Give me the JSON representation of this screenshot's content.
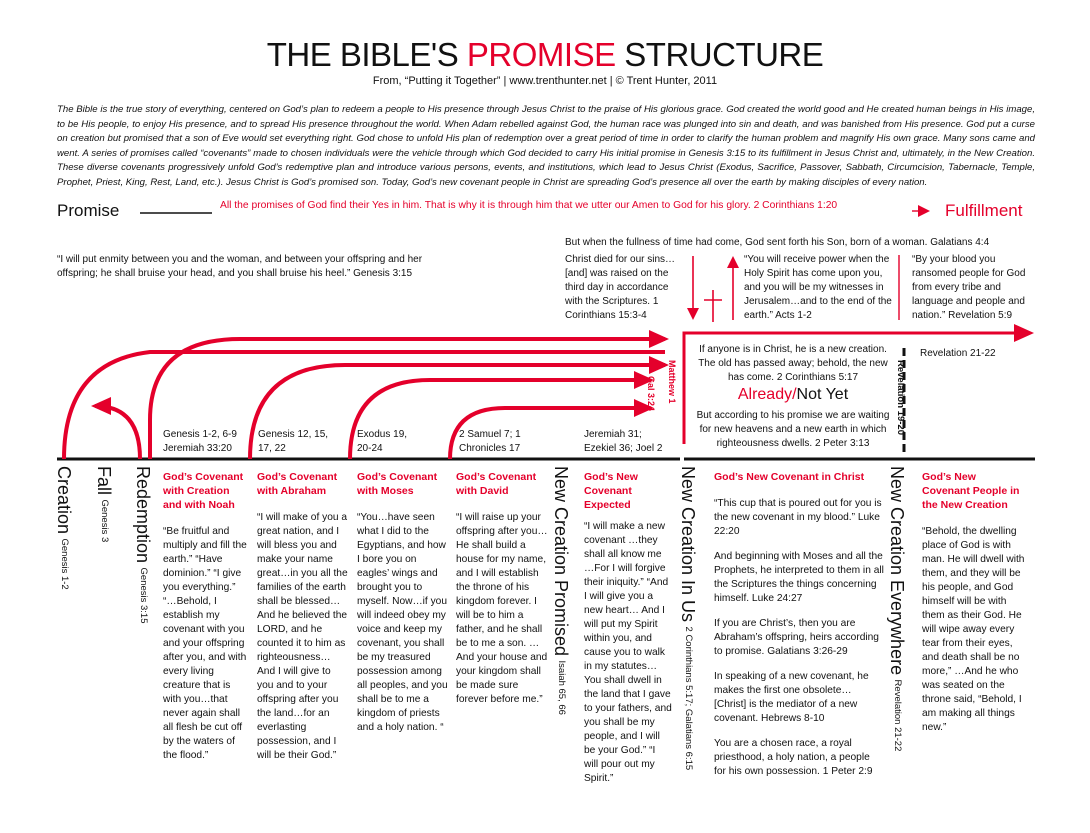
{
  "title": {
    "part1": "THE BIBLE'S ",
    "part2": "PROMISE",
    "part3": " STRUCTURE"
  },
  "subtitle": "From, “Putting it Together” | www.trenthunter.net | © Trent Hunter, 2011",
  "intro": "The Bible is the true story of everything, centered on God’s plan to redeem a people to His presence through Jesus Christ to the praise of His glorious grace. God created the world good and He created human beings in His image, to be His people, to enjoy His presence, and to spread His presence throughout the world. When Adam rebelled against God, the human race was plunged into sin and death, and was banished from His presence. God put a curse on creation but promised that a son of Eve would set everything right. God chose to unfold His plan of redemption over a great period of time in order to clarify the human problem and magnify His own grace. Many sons came and went. A series of promises called “covenants” made to chosen individuals were the vehicle through which God decided to carry His initial promise in Genesis 3:15 to its fulfillment in Jesus Christ and, ultimately, in the New Creation. These diverse covenants progressively unfold God’s redemptive plan and introduce various persons, events, and institutions, which lead to Jesus Christ (Exodus, Sacrifice, Passover, Sabbath, Circumcision, Tabernacle, Temple, Prophet, Priest, King, Rest, Land, etc.). Jesus Christ is God’s promised son. Today, God’s new covenant people in Christ are spreading God’s presence all over the earth by making disciples of every nation.",
  "promise_label": "Promise",
  "fulfillment_label": "Fulfillment",
  "banner_quote": "All the promises of God find their Yes in him. That is why it is through him that we utter our Amen to God for his glory. 2 Corinthians 1:20",
  "fullness_quote": "But when the fullness of time had come, God sent forth his Son, born of a woman. Galatians 4:4",
  "genesis_quote": "“I will put enmity between you and the woman, and between your offspring and her offspring; he shall bruise your head, and you shall bruise his heel.” Genesis 3:15",
  "christ_died_quote": "Christ died for our sins… [and] was raised on the third day in accordance with the Scriptures. 1 Corinthians 15:3-4",
  "acts_quote": "“You will receive power when the Holy Spirit has come upon you, and you will be my witnesses in Jerusalem…and to the end of the earth.” Acts 1-2",
  "rev59_quote": "“By your blood you ransomed people for God from every tribe and language and people and nation.” Revelation 5:9",
  "rev2122_top": "Revelation 21-22",
  "new_creation_quote": "If anyone is in Christ, he is a new creation. The old has passed away; behold, the new has come. 2 Corinthians 5:17",
  "already": "Already/",
  "not_yet": "Not Yet",
  "promise_quote": "But according to his promise we are waiting for new heavens and a new earth in which righteousness dwells. 2 Peter 3:13",
  "gal_label": "Gal 3:24",
  "matthew_label": "Matthew 1",
  "revelation_1920": "Revelation 19-20",
  "refs": {
    "noah": "Genesis 1-2, 6-9 Jeremiah 33:20",
    "abraham": "Genesis 12, 15, 17, 22",
    "moses": "Exodus 19, 20-24",
    "david": "2 Samuel 7; 1 Chronicles 17",
    "jeremiah": "Jeremiah 31; Ezekiel 36; Joel 2"
  },
  "vertical": {
    "creation": "Creation",
    "creation_ref": "Genesis 1-2",
    "fall": "Fall",
    "fall_ref": "Genesis 3",
    "redemption": "Redemption",
    "redemption_ref": "Genesis 3:15",
    "ncp": "New Creation Promised",
    "ncp_ref": "Isaiah 65, 66",
    "ncu": "New Creation In Us",
    "ncu_ref": "2 Corinthians 5:17; Galatians 6:15",
    "nce": "New Creation Everywhere",
    "nce_ref": "Revelation 21-22"
  },
  "columns": [
    {
      "head": "God’s Covenant with Creation and with Noah",
      "body": "“Be fruitful and multiply and fill the earth.” “Have dominion.” “I give you everything.” “…Behold, I establish my covenant with you and your offspring after you, and with every living creature that is with you…that never again shall all flesh be cut off by the waters of the flood.”"
    },
    {
      "head": "God’s Covenant with Abraham",
      "body": "“I will make of you a great nation, and I will bless you and make your name great…in you all the families of the earth shall be blessed…And he believed the LORD, and he counted it to him as righteousness… And I will give to you and to your offspring after you the land…for an everlasting possession, and I will be their God.”"
    },
    {
      "head": "God’s Covenant with Moses",
      "body": "“You…have seen what I did to the Egyptians, and how I bore you on eagles’ wings and brought you to myself. Now…if you will indeed obey my voice and keep my covenant, you shall be my treasured possession among all peoples, and you shall be to me a kingdom of priests and a holy nation. “"
    },
    {
      "head": "God’s Covenant with David",
      "body": "“I will raise up your offspring after you…He shall build a house for my name, and I will establish the throne of his kingdom forever. I will be to him a father, and he shall be to me a son. …And your house and your kingdom shall be made sure forever before me.”"
    },
    {
      "head": "God’s New Covenant Expected",
      "body": "“I will make a new covenant …they shall all know me …For I will forgive their iniquity.” “And I will give you a new heart… And I will put my Spirit within you, and cause you to walk in my statutes…You shall dwell in the land that I gave to your fathers, and you shall be my people, and I will be your God.” “I will pour out my Spirit.”"
    },
    {
      "head": "God’s New Covenant in Christ",
      "paras": [
        "“This cup that is poured out for you is the new covenant in my blood.” Luke 22:20",
        "And beginning with Moses and all the Prophets, he interpreted to them in all the Scriptures the things concerning himself. Luke 24:27",
        "If you are Christ’s, then you are Abraham’s offspring, heirs according to promise. Galatians 3:26-29",
        "In speaking of a new covenant, he makes the first one obsolete… [Christ] is the mediator of a new covenant. Hebrews 8-10",
        "You are a chosen race, a royal priesthood, a holy nation, a people for his own possession. 1 Peter 2:9"
      ]
    },
    {
      "head": "God’s New Covenant People in the New Creation",
      "body": "“Behold, the dwelling place of God is with man. He will dwell with them, and they will be his people, and God himself will be with them as their God. He will wipe away every tear from their eyes, and death shall be no more,” …And he who was seated on the throne said, “Behold, I am making all things new.”"
    }
  ],
  "colors": {
    "accent": "#e4002b",
    "text": "#111111"
  }
}
